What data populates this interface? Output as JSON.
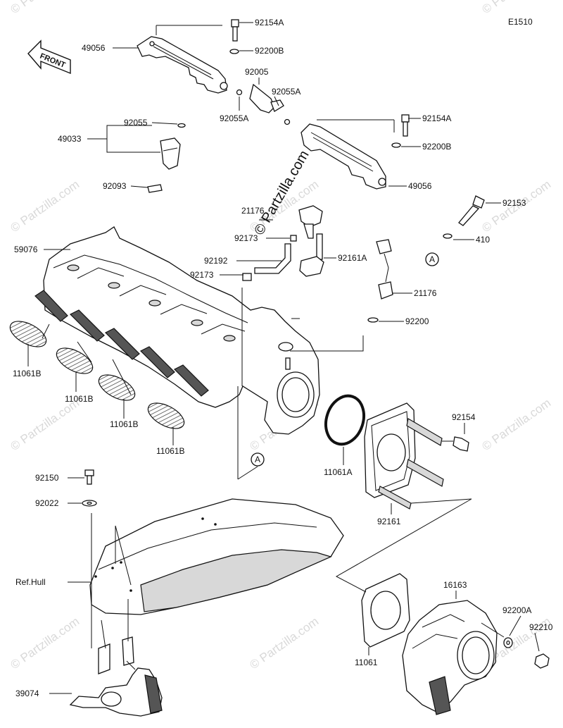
{
  "diagram_code": "E1510",
  "front_label": "FRONT",
  "watermark": "© Partzilla.com",
  "labels": {
    "p92154A_top": "92154A",
    "p49056_top": "49056",
    "p92200B_top": "92200B",
    "p92005": "92005",
    "p92055A_right": "92055A",
    "p92055A_left": "92055A",
    "p92055": "92055",
    "p49033": "49033",
    "p92093": "92093",
    "p92154A_mid": "92154A",
    "p92200B_mid": "92200B",
    "p49056_mid": "49056",
    "p21176_top": "21176",
    "p92153": "92153",
    "p92173_top": "92173",
    "p59076": "59076",
    "p410": "410",
    "ref_a_right": "A",
    "p92192": "92192",
    "p92161A": "92161A",
    "p92173_bottom": "92173",
    "p21176_mid": "21176",
    "p92200": "92200",
    "p11061B_1": "11061B",
    "p11061B_2": "11061B",
    "p11061B_3": "11061B",
    "p11061B_4": "11061B",
    "p92154": "92154",
    "ref_a_center": "A",
    "p11061A": "11061A",
    "p92150": "92150",
    "p92022": "92022",
    "p92161": "92161",
    "ref_hull": "Ref.Hull",
    "p16163": "16163",
    "p92200A": "92200A",
    "p92210": "92210",
    "p11061": "11061",
    "p39074": "39074"
  }
}
